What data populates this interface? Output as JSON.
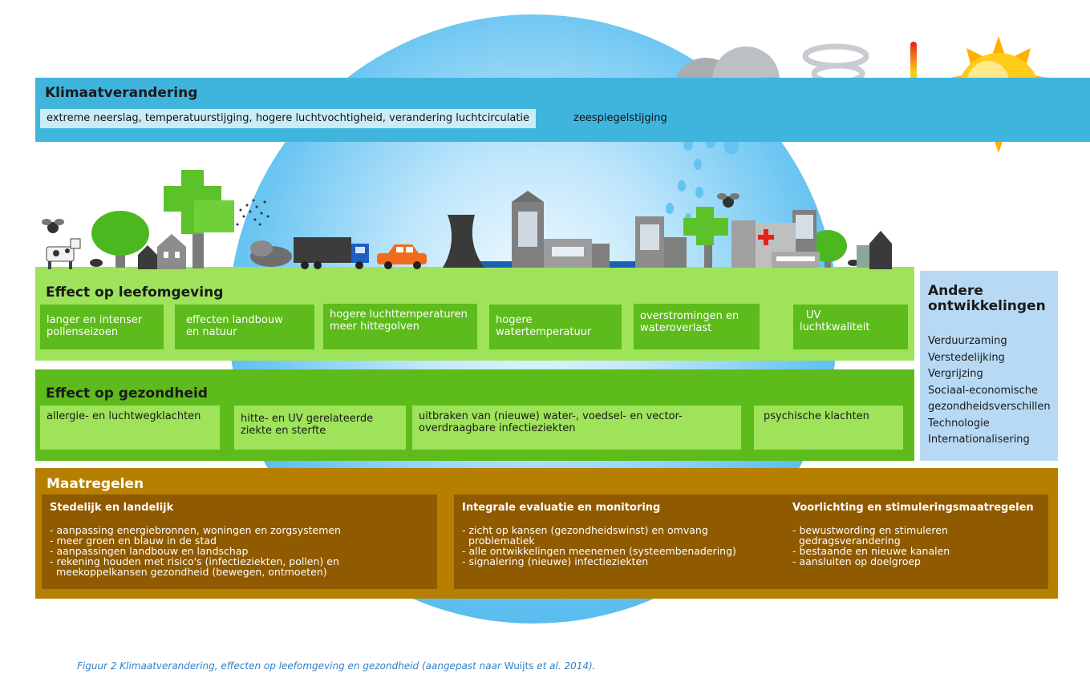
{
  "klimaat": {
    "title": "Klimaatverandering",
    "item1": "extreme neerslag, temperatuurstijging, hogere luchtvochtigheid, verandering luchtcirculatie",
    "item2": "zeespiegelstijging"
  },
  "leefomgeving": {
    "title": "Effect op leefomgeving",
    "boxes": [
      {
        "line1": "langer en intenser",
        "line2": "pollenseizoen"
      },
      {
        "line1": "effecten landbouw",
        "line2": "en natuur"
      },
      {
        "line1": "hogere luchttemperaturen",
        "line2": "meer hittegolven"
      },
      {
        "line1": "hogere",
        "line2": "watertemperatuur"
      },
      {
        "line1": "overstromingen en",
        "line2": "wateroverlast"
      },
      {
        "line1": "UV",
        "line2": "luchtkwaliteit"
      }
    ]
  },
  "gezondheid": {
    "title": "Effect op gezondheid",
    "boxes": [
      {
        "line1": "allergie- en luchtwegklachten",
        "line2": ""
      },
      {
        "line1": "hitte- en UV gerelateerde",
        "line2": "ziekte en sterfte"
      },
      {
        "line1": "uitbraken van (nieuwe) water-, voedsel- en vector-",
        "line2": "overdraagbare infectieziekten"
      },
      {
        "line1": "psychische klachten",
        "line2": ""
      }
    ]
  },
  "andere": {
    "title_line1": "Andere",
    "title_line2": "ontwikkelingen",
    "items": [
      "Verduurzaming",
      "Verstedelijking",
      "Vergrijzing",
      "Sociaal-economische",
      "gezondheidsverschillen",
      "Technologie",
      "Internationalisering"
    ]
  },
  "maatregelen": {
    "title": "Maatregelen",
    "columns": [
      {
        "title": "Stedelijk en landelijk",
        "items": [
          "- aanpassing energiebronnen, woningen en zorgsystemen",
          "- meer groen en blauw in de stad",
          "- aanpassingen landbouw en landschap",
          "- rekening houden met risico's (infectieziekten, pollen) en",
          "  meekoppelkansen gezondheid (bewegen, ontmoeten)"
        ]
      },
      {
        "title": "Integrale evaluatie en monitoring",
        "items": [
          "- zicht op kansen (gezondheidswinst) en omvang",
          "  problematiek",
          "- alle ontwikkelingen meenemen (systeembenadering)",
          "- signalering (nieuwe) infectieziekten"
        ]
      },
      {
        "title": "Voorlichting en stimuleringsmaatregelen",
        "items": [
          "- bewustwording en stimuleren",
          "  gedragsverandering",
          "- bestaande en nieuwe kanalen",
          "- aansluiten op doelgroep"
        ]
      }
    ]
  },
  "caption": {
    "part1": "Figuur 2 Klimaatverandering, effecten op leefomgeving en gezondheid (aangepast naar ",
    "part2": "Wuijts ",
    "part3": "et al.",
    "part4": " 2014)."
  },
  "colors": {
    "sky_band": "#3fb5de",
    "leef_band": "#9ee35a",
    "gezond_band": "#5dbb1b",
    "andere_band": "#b7d9f4",
    "maat_band": "#b67f00",
    "maat_box": "#8f5a00"
  },
  "icons": [
    "sun-icon",
    "cloud-icon",
    "rain-icon",
    "tornado-icon",
    "thermometer-icon",
    "tree-icon",
    "truck-icon",
    "car-icon",
    "factory-icon",
    "buildings-icon",
    "hospital-icon",
    "cow-icon",
    "mosquito-icon",
    "tick-icon",
    "pollen-icon",
    "water-icon"
  ]
}
